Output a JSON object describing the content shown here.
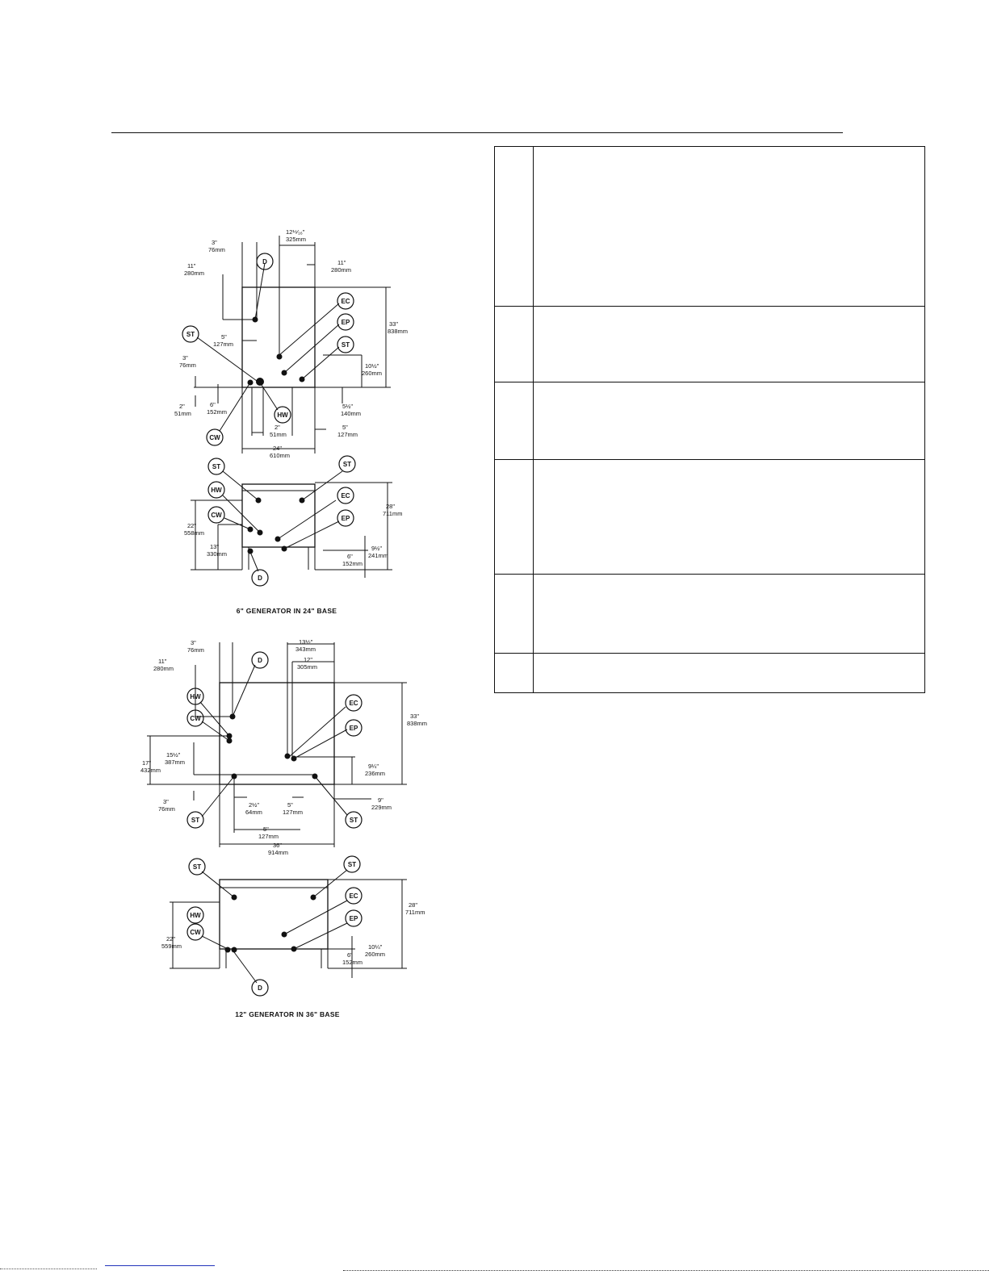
{
  "figures": {
    "figure_6in": {
      "caption": "6\" GENERATOR IN 24\" BASE",
      "plan": {
        "callouts": {
          "d": "D",
          "ec": "EC",
          "ep": "EP",
          "st_right": "ST",
          "st_left": "ST",
          "hw": "HW",
          "cw": "CW"
        },
        "dims": {
          "d3": "3\"",
          "d3_mm": "76mm",
          "d12": "12¹⁶⁄₁₆\"",
          "d12_mm": "325mm",
          "d11_left": "11\"",
          "d11_left_mm": "280mm",
          "d11_right": "11\"",
          "d11_right_mm": "280mm",
          "d33": "33\"",
          "d33_mm": "838mm",
          "d5_top": "5\"",
          "d5_top_mm": "127mm",
          "d3_left": "3\"",
          "d3_left_mm": "76mm",
          "d10": "10½\"",
          "d10_mm": "260mm",
          "d2_left": "2\"",
          "d2_left_mm": "51mm",
          "d6": "6\"",
          "d6_mm": "152mm",
          "d5half": "5½\"",
          "d5half_mm": "140mm",
          "d2_mid": "2\"",
          "d2_mid_mm": "51mm",
          "d5_right": "5\"",
          "d5_right_mm": "127mm",
          "d24": "24\"",
          "d24_mm": "610mm"
        }
      },
      "elevation": {
        "callouts": {
          "st_left": "ST",
          "st_right": "ST",
          "hw": "HW",
          "cw": "CW",
          "ec": "EC",
          "ep": "EP",
          "d": "D"
        },
        "dims": {
          "d28": "28\"",
          "d28_mm": "711mm",
          "d22": "22\"",
          "d22_mm": "558mm",
          "d13": "13\"",
          "d13_mm": "330mm",
          "d9": "9½\"",
          "d9_mm": "241mm",
          "d6": "6\"",
          "d6_mm": "152mm"
        }
      }
    },
    "figure_12in": {
      "caption": "12\" GENERATOR IN 36\" BASE",
      "plan": {
        "callouts": {
          "d": "D",
          "hw": "HW",
          "cw": "CW",
          "ec": "EC",
          "ep": "EP",
          "st_left": "ST",
          "st_right": "ST"
        },
        "dims": {
          "d3": "3\"",
          "d3_mm": "76mm",
          "d13": "13½\"",
          "d13_mm": "343mm",
          "d11": "11\"",
          "d11_mm": "280mm",
          "d12": "12\"",
          "d12_mm": "305mm",
          "d33": "33\"",
          "d33_mm": "838mm",
          "d15": "15½\"",
          "d15_mm": "387mm",
          "d17": "17\"",
          "d17_mm": "432mm",
          "d9": "9¼\"",
          "d9_mm": "236mm",
          "d3_bottom": "3\"",
          "d3_bottom_mm": "76mm",
          "d2": "2½\"",
          "d2_mm": "64mm",
          "d5_mid": "5\"",
          "d5_mid_mm": "127mm",
          "d9_right": "9\"",
          "d9_right_mm": "229mm",
          "d5_bottom": "5\"",
          "d5_bottom_mm": "127mm",
          "d36": "36\"",
          "d36_mm": "914mm"
        }
      },
      "elevation": {
        "callouts": {
          "st_left": "ST",
          "st_right": "ST",
          "ec": "EC",
          "ep": "EP",
          "hw": "HW",
          "cw": "CW",
          "d": "D"
        },
        "dims": {
          "d28": "28\"",
          "d28_mm": "711mm",
          "d22": "22\"",
          "d22_mm": "559mm",
          "d10": "10¼\"",
          "d10_mm": "260mm",
          "d6": "6\"",
          "d6_mm": "152mm"
        }
      }
    }
  },
  "legend": {
    "rows": [
      {
        "code": "",
        "description": ""
      },
      {
        "code": "",
        "description": ""
      },
      {
        "code": "",
        "description": ""
      },
      {
        "code": "",
        "description": ""
      },
      {
        "code": "",
        "description": ""
      },
      {
        "code": "",
        "description": ""
      }
    ]
  }
}
